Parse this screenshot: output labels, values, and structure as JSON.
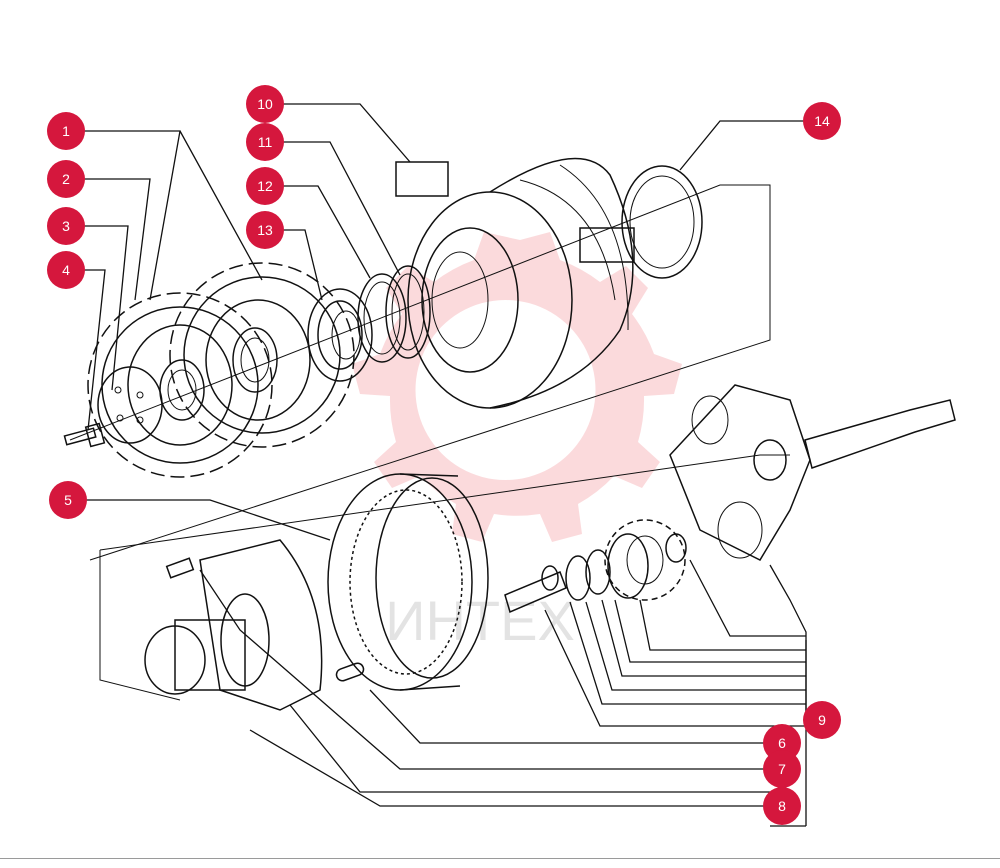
{
  "callouts": [
    {
      "id": "callout-1",
      "label": "1"
    },
    {
      "id": "callout-2",
      "label": "2"
    },
    {
      "id": "callout-3",
      "label": "3"
    },
    {
      "id": "callout-4",
      "label": "4"
    },
    {
      "id": "callout-5",
      "label": "5"
    },
    {
      "id": "callout-6",
      "label": "6"
    },
    {
      "id": "callout-7",
      "label": "7"
    },
    {
      "id": "callout-8",
      "label": "8"
    },
    {
      "id": "callout-9",
      "label": "9"
    },
    {
      "id": "callout-10",
      "label": "10"
    },
    {
      "id": "callout-11",
      "label": "11"
    },
    {
      "id": "callout-12",
      "label": "12"
    },
    {
      "id": "callout-13",
      "label": "13"
    },
    {
      "id": "callout-14",
      "label": "14"
    }
  ],
  "watermark": {
    "text": "ИНТЕХ"
  },
  "colors": {
    "badge": "#d5173d",
    "line": "#111111",
    "watermark": "#e8343c"
  }
}
